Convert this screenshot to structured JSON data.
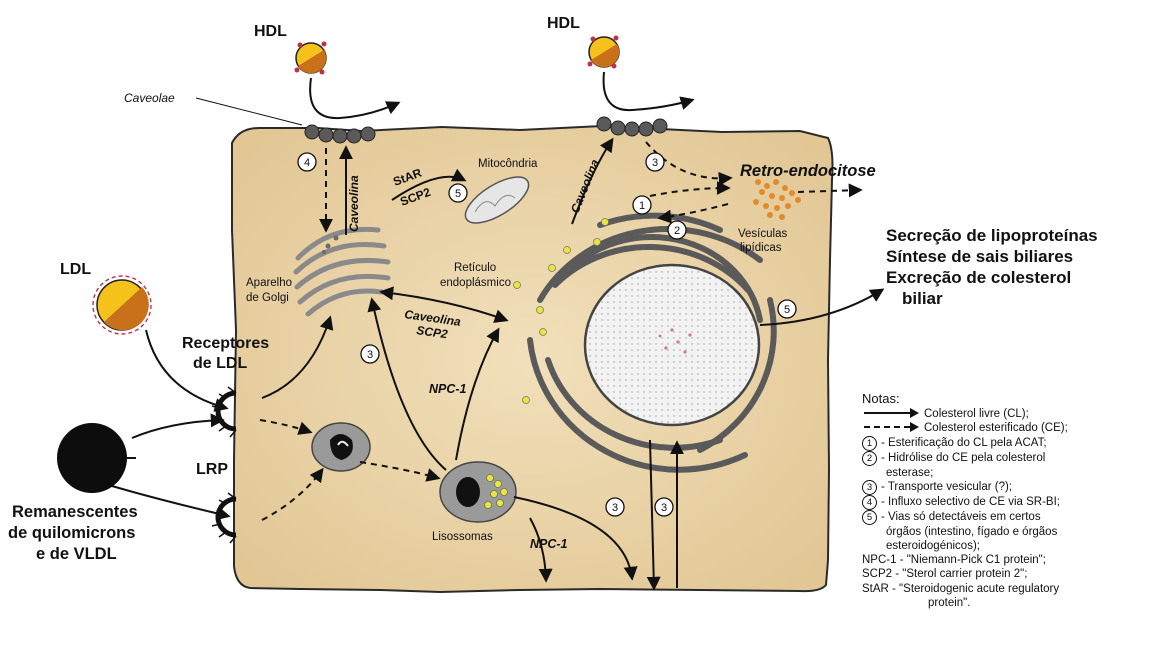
{
  "labels": {
    "hdl_left": "HDL",
    "hdl_right": "HDL",
    "ldl": "LDL",
    "caveolae": "Caveolae",
    "mitocondria": "Mitocôndria",
    "retro_endocitose": "Retro-endocitose",
    "vesiculas_line1": "Vesículas",
    "vesiculas_line2": "lipídicas",
    "reticulo_line1": "Retículo",
    "reticulo_line2": "endoplásmico",
    "aparelho_line1": "Aparelho",
    "aparelho_line2": "de Golgi",
    "receptores_line1": "Receptores",
    "receptores_line2": "de LDL",
    "lrp": "LRP",
    "remanescentes_line1": "Remanescentes",
    "remanescentes_line2": "de quilomicrons",
    "remanescentes_line3": "e de VLDL",
    "lisossomas": "Lisossomas",
    "npc1_upper": "NPC-1",
    "npc1_lower": "NPC-1",
    "caveolina_left": "Caveolina",
    "caveolina_right": "Caveolina",
    "caveolina_er": "Caveolina",
    "scp2_er": "SCP2",
    "star": "StAR",
    "scp2_mito": "SCP2",
    "out_line1": "Secreção de lipoproteínas",
    "out_line2": "Síntese  de  sais biliares",
    "out_line3": "Excreção de colesterol",
    "out_line4": "biliar"
  },
  "markers": {
    "m4_golgi": "4",
    "m5_mito": "5",
    "m3_hdl": "3",
    "m1": "1",
    "m2": "2",
    "m5_nucleus": "5",
    "m3_golgi": "3",
    "m3_lyso": "3",
    "m3_right": "3"
  },
  "notes": {
    "title": "Notas:",
    "legend_solid": "Colesterol livre (CL);",
    "legend_dashed": "Colesterol esterificado (CE);",
    "items": [
      {
        "num": "1",
        "text": "- Esterificação do CL pela ACAT;"
      },
      {
        "num": "2",
        "text": "- Hidrólise do CE pela colesterol",
        "cont": "esterase;"
      },
      {
        "num": "3",
        "text": "- Transporte vesicular (?);"
      },
      {
        "num": "4",
        "text": "-  Influxo selectivo de CE via SR-BI;"
      },
      {
        "num": "5",
        "text": "- Vias só detectáveis em certos",
        "cont": "órgãos  (intestino, fígado e órgãos",
        "cont2": "esteroidogénicos);"
      }
    ],
    "abbr": [
      "NPC-1 - \"Niemann-Pick C1 protein\";",
      "SCP2 - \"Sterol carrier protein 2\";",
      "StAR - \"Steroidogenic acute regulatory"
    ],
    "abbr_cont": "protein\"."
  },
  "colors": {
    "cell_fill": "#ecd9b0",
    "cell_stroke": "#2a2a2a",
    "hdl_yellow": "#f4c21a",
    "hdl_orange": "#c9701a",
    "vesicle_orange": "#e48a2a",
    "er_dots": "#e8e83a"
  }
}
